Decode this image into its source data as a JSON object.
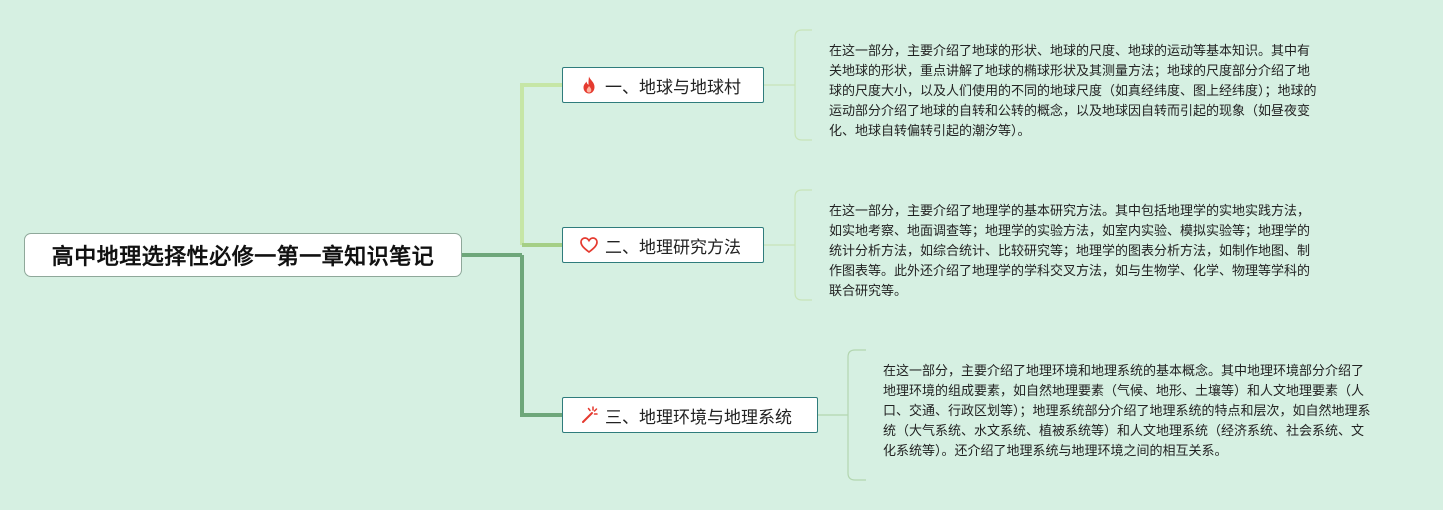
{
  "root": {
    "title": "高中地理选择性必修一第一章知识笔记"
  },
  "branches": [
    {
      "label": "一、地球与地球村",
      "icon": "fire-icon",
      "icon_color": "#e53a2f",
      "note": "在这一部分，主要介绍了地球的形状、地球的尺度、地球的运动等基本知识。其中有关地球的形状，重点讲解了地球的椭球形状及其测量方法；地球的尺度部分介绍了地球的尺度大小，以及人们使用的不同的地球尺度（如真经纬度、图上经纬度）；地球的运动部分介绍了地球的自转和公转的概念，以及地球因自转而引起的现象（如昼夜变化、地球自转偏转引起的潮汐等）。"
    },
    {
      "label": "二、地理研究方法",
      "icon": "heart-outline-icon",
      "icon_color": "#e53a2f",
      "note": "在这一部分，主要介绍了地理学的基本研究方法。其中包括地理学的实地实践方法，如实地考察、地面调查等；地理学的实验方法，如室内实验、模拟实验等；地理学的统计分析方法，如综合统计、比较研究等；地理学的图表分析方法，如制作地图、制作图表等。此外还介绍了地理学的学科交叉方法，如与生物学、化学、物理等学科的联合研究等。"
    },
    {
      "label": "三、地理环境与地理系统",
      "icon": "magic-wand-icon",
      "icon_color": "#e53a2f",
      "note": "在这一部分，主要介绍了地理环境和地理系统的基本概念。其中地理环境部分介绍了地理环境的组成要素，如自然地理要素（气候、地形、土壤等）和人文地理要素（人口、交通、行政区划等）；地理系统部分介绍了地理系统的特点和层次，如自然地理系统（大气系统、水文系统、植被系统等）和人文地理系统（经济系统、社会系统、文化系统等）。还介绍了地理系统与地理环境之间的相互关系。"
    }
  ],
  "colors": {
    "background": "#d6f0e2",
    "line_top": "#c6e6a6",
    "line_mid": "#a5cf86",
    "line_bottom": "#6ea77a",
    "branch_border": "#2f7c7c"
  }
}
